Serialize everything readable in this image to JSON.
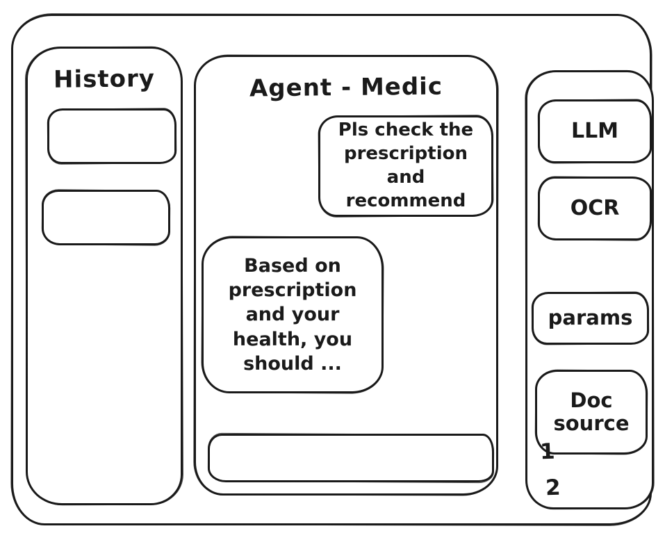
{
  "theme": {
    "ink_color": "#1a1a1a",
    "background_color": "#ffffff"
  },
  "history": {
    "title": "History",
    "items": [
      {
        "label": ""
      },
      {
        "label": ""
      }
    ]
  },
  "chat": {
    "title": "Agent - Medic",
    "messages": [
      {
        "role": "user",
        "text": "Pls check the prescription and recommend"
      },
      {
        "role": "assistant",
        "text": "Based on prescription and your health, you should ..."
      }
    ],
    "input_value": ""
  },
  "tools": {
    "modules": [
      {
        "label": "LLM"
      },
      {
        "label": "OCR"
      },
      {
        "label": "params"
      },
      {
        "label": "Doc source"
      }
    ],
    "doc_source_items": [
      "1",
      "2"
    ]
  }
}
